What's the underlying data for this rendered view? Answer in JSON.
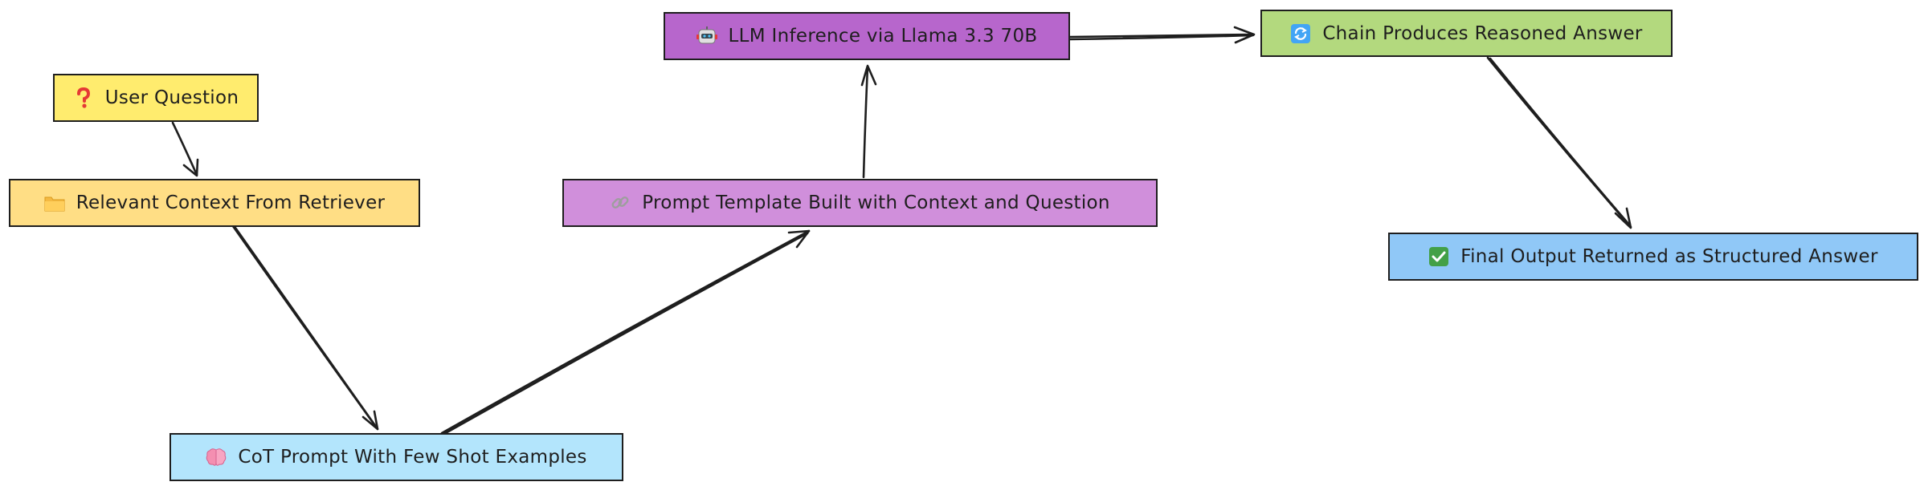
{
  "nodes": {
    "user_question": {
      "label": "User Question",
      "icon": "question-mark-icon",
      "color": "#ffec6e"
    },
    "relevant_context": {
      "label": "Relevant Context From Retriever",
      "icon": "folder-icon",
      "color": "#ffde85"
    },
    "cot_prompt": {
      "label": "CoT Prompt With Few Shot Examples",
      "icon": "brain-icon",
      "color": "#b3e5fc"
    },
    "prompt_template": {
      "label": "Prompt Template Built with Context and Question",
      "icon": "link-icon",
      "color": "#d08fdb"
    },
    "llm_inference": {
      "label": "LLM Inference via Llama 3.3 70B",
      "icon": "robot-icon",
      "color": "#b766cc"
    },
    "chain_produces": {
      "label": "Chain Produces Reasoned Answer",
      "icon": "refresh-icon",
      "color": "#b3d97e"
    },
    "final_output": {
      "label": "Final Output Returned as Structured Answer",
      "icon": "check-mark-icon",
      "color": "#90c8f7"
    }
  },
  "edges": [
    {
      "from": "user_question",
      "to": "relevant_context"
    },
    {
      "from": "relevant_context",
      "to": "cot_prompt"
    },
    {
      "from": "cot_prompt",
      "to": "prompt_template"
    },
    {
      "from": "prompt_template",
      "to": "llm_inference"
    },
    {
      "from": "llm_inference",
      "to": "chain_produces"
    },
    {
      "from": "chain_produces",
      "to": "final_output"
    }
  ]
}
